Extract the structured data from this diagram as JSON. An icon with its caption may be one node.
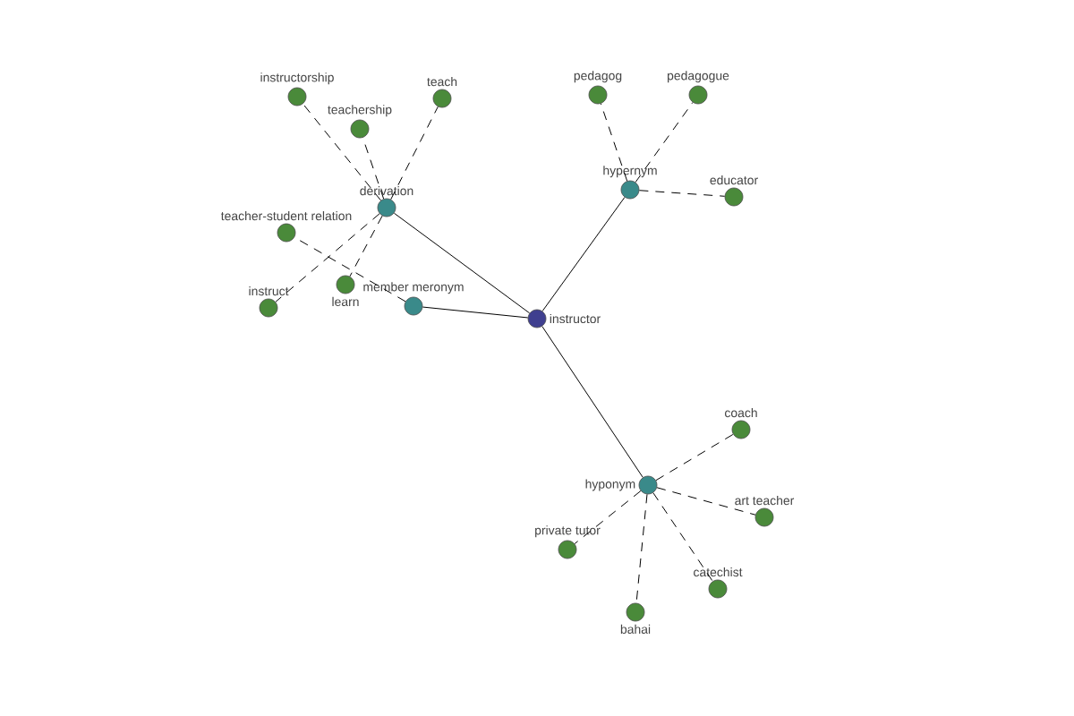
{
  "diagram": {
    "nodes": [
      {
        "text": [
          "instructor"
        ]
      },
      {
        "text": [
          "derivation"
        ]
      },
      {
        "text": [
          "hypernym"
        ]
      },
      {
        "text": [
          "hyponym"
        ]
      },
      {
        "text": [
          "member meronym"
        ]
      },
      {
        "text": [
          "instructorship"
        ]
      },
      {
        "text": [
          "teachership"
        ]
      },
      {
        "text": [
          "teach"
        ]
      },
      {
        "text": [
          "teacher-student relation"
        ]
      },
      {
        "text": [
          "learn"
        ]
      },
      {
        "text": [
          "instruct"
        ]
      },
      {
        "text": [
          "pedagog"
        ]
      },
      {
        "text": [
          "pedagogue"
        ]
      },
      {
        "text": [
          "educator"
        ]
      },
      {
        "text": [
          "coach"
        ]
      },
      {
        "text": [
          "art teacher"
        ]
      },
      {
        "text": [
          "private tutor"
        ]
      },
      {
        "text": [
          "bahai"
        ]
      },
      {
        "text": [
          "catechist"
        ]
      }
    ],
    "edges": [
      {
        "from": 0,
        "to": 1,
        "arrow": "none"
      },
      {
        "from": 0,
        "to": 2,
        "arrow": "none"
      },
      {
        "from": 0,
        "to": 3,
        "arrow": "none"
      },
      {
        "from": 0,
        "to": 4,
        "arrow": "none"
      },
      {
        "from": 1,
        "to": 5,
        "arrow": "none",
        "style": "dashed"
      },
      {
        "from": 1,
        "to": 6,
        "arrow": "none",
        "style": "dashed"
      },
      {
        "from": 1,
        "to": 7,
        "arrow": "none",
        "style": "dashed"
      },
      {
        "from": 4,
        "to": 8,
        "arrow": "none",
        "style": "dashed"
      },
      {
        "from": 1,
        "to": 9,
        "arrow": "none",
        "style": "dashed"
      },
      {
        "from": 1,
        "to": 10,
        "arrow": "none",
        "style": "dashed"
      },
      {
        "from": 2,
        "to": 11,
        "arrow": "none",
        "style": "dashed"
      },
      {
        "from": 2,
        "to": 12,
        "arrow": "none",
        "style": "dashed"
      },
      {
        "from": 2,
        "to": 13,
        "arrow": "none",
        "style": "dashed"
      },
      {
        "from": 3,
        "to": 14,
        "arrow": "none",
        "style": "dashed"
      },
      {
        "from": 3,
        "to": 15,
        "arrow": "none",
        "style": "dashed"
      },
      {
        "from": 3,
        "to": 16,
        "arrow": "none",
        "style": "dashed"
      },
      {
        "from": 3,
        "to": 17,
        "arrow": "none",
        "style": "dashed"
      },
      {
        "from": 3,
        "to": 18,
        "arrow": "none",
        "style": "dashed"
      }
    ]
  }
}
